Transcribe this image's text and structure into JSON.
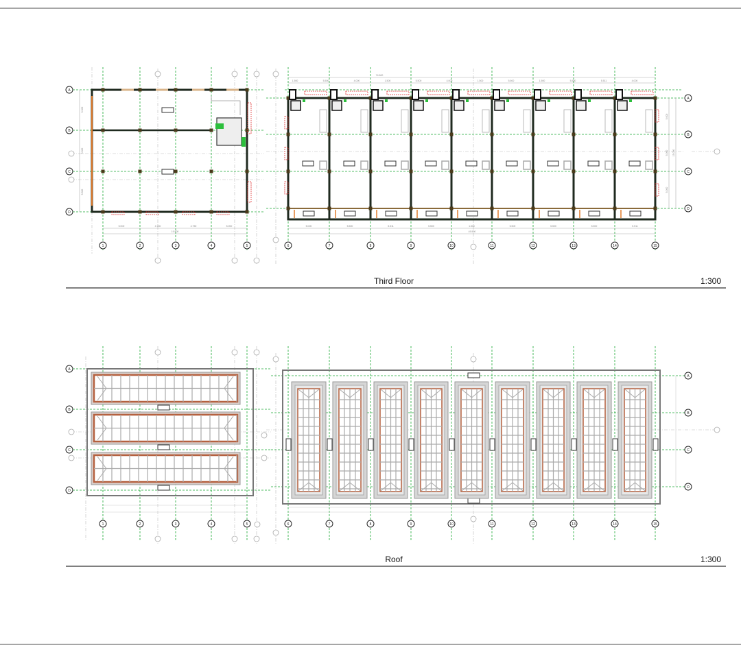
{
  "sheet": {
    "views": [
      {
        "title": "Third Floor",
        "scale": "1:300"
      },
      {
        "title": "Roof",
        "scale": "1:300"
      }
    ]
  },
  "grid": {
    "left_columns": [
      "1",
      "2",
      "3",
      "4",
      "5"
    ],
    "right_columns": [
      "6",
      "7",
      "8",
      "9",
      "10",
      "11",
      "12",
      "13",
      "14",
      "15"
    ],
    "rows": [
      "A",
      "B",
      "C",
      "D"
    ]
  },
  "third_floor": {
    "left_bottom_dims": [
      "5.000",
      "4.750",
      "4.750",
      "5.000"
    ],
    "left_total": "19.500",
    "left_side_dims": [
      "5.300",
      "5.300",
      "5.300"
    ],
    "right_total_top": "74.500",
    "right_top_dims": [
      "1.500",
      "5.500",
      "4.000",
      "1.500",
      "5.500",
      "4.000",
      "1.500",
      "5.500",
      "1.500",
      "5.500",
      "5.511",
      "4.000"
    ],
    "right_bottom_dims": [
      "5.000",
      "5.500",
      "5.511",
      "5.500",
      "1.500",
      "5.500",
      "5.500",
      "5.500",
      "5.511",
      "5.500"
    ],
    "right_bottom_total": "49.500",
    "right_side_dims": [
      "5.000",
      "5.000",
      "5.000"
    ],
    "right_side_total": "15.000"
  },
  "colors": {
    "grid": "#1aa832",
    "wall": "#1f2a1f",
    "accent_orange": "#e07a2a",
    "accent_red": "#e03030",
    "gray": "#9a9a9a",
    "roof_brown": "#b5613f"
  }
}
